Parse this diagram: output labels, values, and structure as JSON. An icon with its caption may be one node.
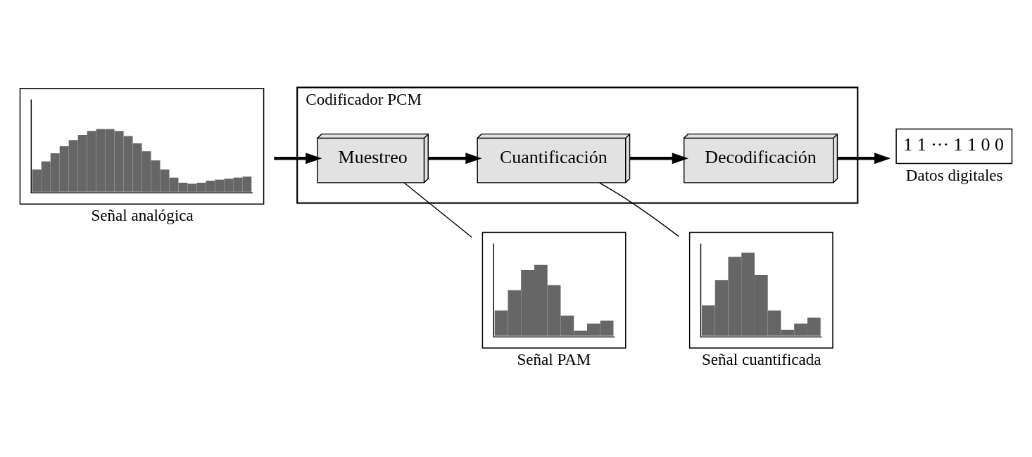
{
  "diagram": {
    "nodes": [
      {
        "text": [],
        "shape": "picture",
        "beside": [
          "Señal analógica"
        ]
      },
      {
        "text": [
          "Codificador PCM"
        ]
      },
      {
        "text": [
          "Muestreo"
        ],
        "in": 1
      },
      {
        "text": [
          "Cuantificación"
        ],
        "in": 1
      },
      {
        "text": [
          "Decodificación"
        ],
        "in": 1
      },
      {
        "text": [
          "1 1 ··· 1 1 0 0"
        ],
        "beside": [
          "Datos digitales"
        ]
      },
      {
        "text": [],
        "shape": "picture",
        "beside": [
          "Señal cuantificada"
        ]
      },
      {
        "text": [],
        "shape": "picture",
        "beside": [
          "Señal PAM"
        ]
      }
    ],
    "edges": [
      {
        "from": 0,
        "to": 2,
        "arrow": "to"
      },
      {
        "from": 2,
        "to": 3,
        "arrow": "to"
      },
      {
        "from": 3,
        "to": 4,
        "arrow": "to"
      },
      {
        "from": 4,
        "to": 5,
        "arrow": "to"
      },
      {
        "from": 2,
        "to": 7,
        "arrow": "none"
      },
      {
        "from": 3,
        "to": 6,
        "arrow": "none"
      }
    ]
  }
}
